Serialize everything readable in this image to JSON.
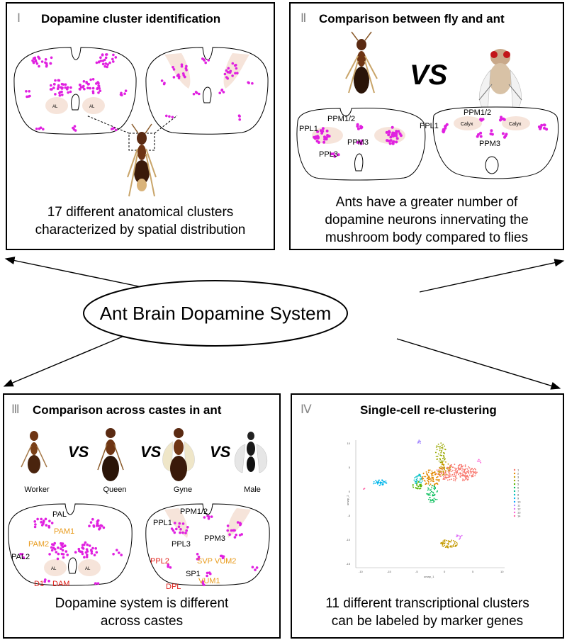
{
  "center": {
    "label": "Ant Brain Dopamine System"
  },
  "panels": [
    {
      "numeral": "Ⅰ",
      "title": "Dopamine cluster identification",
      "caption": [
        "17 different anatomical clusters",
        "characterized by spatial distribution"
      ],
      "labels": {
        "al": "AL"
      }
    },
    {
      "numeral": "Ⅱ",
      "title": "Comparison between fly and ant",
      "vs": "VS",
      "caption": [
        "Ants have a greater number of",
        "dopamine neurons innervating the",
        "mushroom body compared to flies"
      ],
      "ant_labels": {
        "ppm12": "PPM1/2",
        "ppl1": "PPL1",
        "ppm3": "PPM3",
        "ppl3": "PPL3"
      },
      "fly_labels": {
        "ppm12": "PPM1/2",
        "ppl1": "PPL1",
        "ppm3": "PPM3",
        "calyx": "Calyx"
      }
    },
    {
      "numeral": "Ⅲ",
      "title": "Comparison across castes in ant",
      "vs": "VS",
      "castes": [
        "Worker",
        "Queen",
        "Gyne",
        "Male"
      ],
      "caption": [
        "Dopamine system is different",
        "across castes"
      ],
      "left_labels": {
        "pal": "PAL",
        "pam1": "PAM1",
        "pam2": "PAM2",
        "pal2": "PAL2",
        "al": "AL",
        "d1": "D1",
        "dam": "DAM"
      },
      "right_labels": {
        "ppm12": "PPM1/2",
        "ppl1": "PPL1",
        "ppm3": "PPM3",
        "ppl3": "PPL3",
        "ppl2": "PPL2",
        "svp_vum2": "SVP VUM2",
        "sp1": "SP1",
        "vum1": "VUM1",
        "dpl": "DPL"
      }
    },
    {
      "numeral": "Ⅳ",
      "title": "Single-cell re-clustering",
      "caption": [
        "11 different transcriptional clusters",
        "can be labeled by marker genes"
      ],
      "umap": {
        "xlabel": "umap_1",
        "ylabel": "umap_2",
        "xticks": [
          "-10",
          "-15",
          "-5",
          "0",
          "5",
          "10"
        ],
        "yticks": [
          "10",
          "5",
          "0",
          "-5",
          "-10",
          "-15"
        ],
        "legend": [
          "1",
          "2",
          "3",
          "4",
          "5",
          "6",
          "7",
          "8",
          "9",
          "10",
          "11",
          "12",
          "13",
          "14"
        ]
      }
    }
  ],
  "colors": {
    "dot": "#e020e0",
    "region": "#f6e4da",
    "orange_label": "#e89a1a",
    "red_label": "#e0201a"
  }
}
